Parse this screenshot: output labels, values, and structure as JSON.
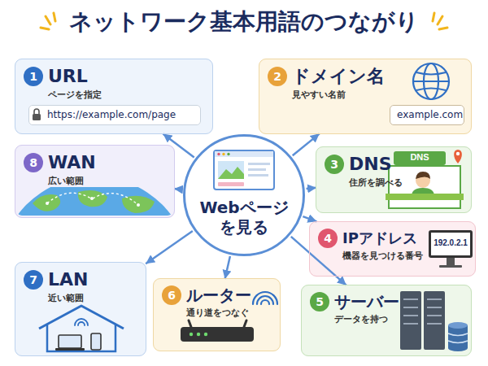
{
  "diagram": {
    "title": "ネットワーク基本用語のつながり",
    "nodes": [
      {
        "text": [
          "Webページ を見る"
        ]
      },
      {
        "text": [
          "1",
          "URL",
          "ページを指定"
        ]
      },
      {
        "text": [
          "https://example.com/page"
        ],
        "in": 1
      },
      {
        "text": [
          "2",
          "ドメイン名",
          "見やすい名前"
        ]
      },
      {
        "text": [
          "example.com"
        ],
        "in": 3
      },
      {
        "text": [
          "3",
          "DNS",
          "住所を調べる"
        ]
      },
      {
        "text": [
          "4",
          "IPアドレス",
          "機器を見つける番号"
        ]
      },
      {
        "text": [
          "5",
          "サーバー",
          "データを持つ"
        ]
      },
      {
        "text": [
          "6",
          "ルーター",
          "通り道をつなぐ"
        ]
      },
      {
        "text": [
          "7",
          "LAN",
          "近い範囲"
        ]
      },
      {
        "text": [
          "8",
          "WAN",
          "広い範囲"
        ]
      }
    ],
    "edges": [
      {
        "from": 0,
        "to": 1,
        "arrow": "to"
      },
      {
        "from": 0,
        "to": 3,
        "arrow": "to"
      },
      {
        "from": 0,
        "to": 5,
        "arrow": "to"
      },
      {
        "from": 0,
        "to": 6,
        "arrow": "to"
      },
      {
        "from": 0,
        "to": 7,
        "arrow": "to"
      },
      {
        "from": 0,
        "to": 8,
        "arrow": "to"
      },
      {
        "from": 0,
        "to": 9,
        "arrow": "to"
      },
      {
        "from": 0,
        "to": 10,
        "arrow": "to"
      }
    ],
    "labels": [
      "DNS",
      "192.0.2.1"
    ]
  }
}
